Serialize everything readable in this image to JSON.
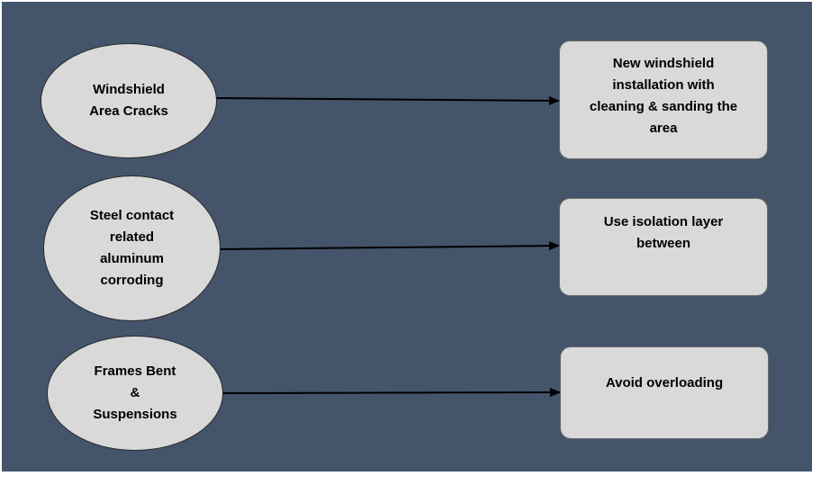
{
  "causes": [
    {
      "label": "Windshield\nArea Cracks"
    },
    {
      "label": "Steel contact\nrelated\naluminum\ncorroding"
    },
    {
      "label": "Frames Bent\n&\nSuspensions"
    }
  ],
  "solutions": [
    {
      "label": "New windshield\ninstallation with\ncleaning & sanding the\narea"
    },
    {
      "label": "Use isolation layer\nbetween"
    },
    {
      "label": "Avoid overloading"
    }
  ],
  "colors": {
    "background": "#44546a",
    "shape_fill": "#d9d9d9",
    "arrow": "#000000"
  }
}
